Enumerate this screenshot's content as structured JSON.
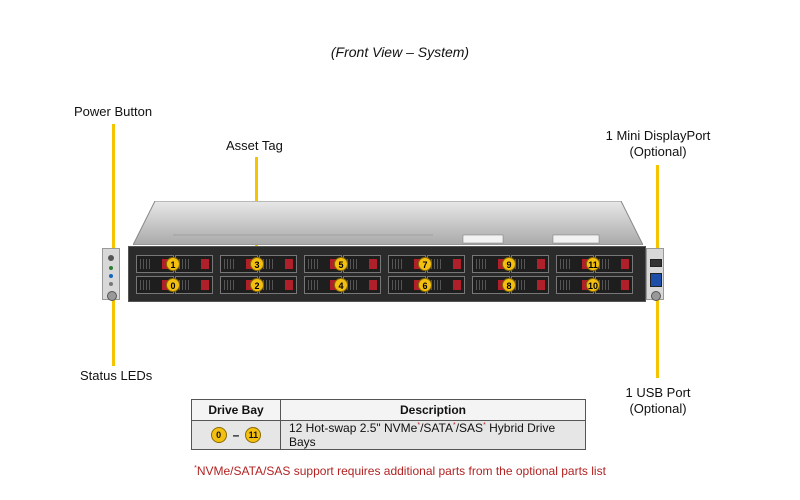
{
  "title": "(Front View – System)",
  "labels": {
    "power_button": "Power Button",
    "asset_tag": "Asset Tag",
    "mini_dp_line1": "1 Mini DisplayPort",
    "mini_dp_line2": "(Optional)",
    "status_leds": "Status LEDs",
    "usb_line1": "1 USB Port",
    "usb_line2": "(Optional)"
  },
  "bays": {
    "top_row": [
      "1",
      "3",
      "5",
      "7",
      "9",
      "11"
    ],
    "bottom_row": [
      "0",
      "2",
      "4",
      "6",
      "8",
      "10"
    ]
  },
  "table": {
    "header_bay": "Drive Bay",
    "header_desc": "Description",
    "range_start": "0",
    "range_sep": "–",
    "range_end": "11",
    "desc_part1": "12 Hot-swap 2.5\" NVMe",
    "desc_sup1": "*",
    "desc_part2": "/SATA",
    "desc_sup2": "*",
    "desc_part3": "/SAS",
    "desc_sup3": "*",
    "desc_part4": " Hybrid Drive Bays"
  },
  "footnote_sup": "*",
  "footnote": "NVMe/SATA/SAS support requires additional parts from the optional parts list",
  "colors": {
    "callout": "#f5c400",
    "footnote": "#b22222",
    "bay_label": "#f3c011"
  }
}
